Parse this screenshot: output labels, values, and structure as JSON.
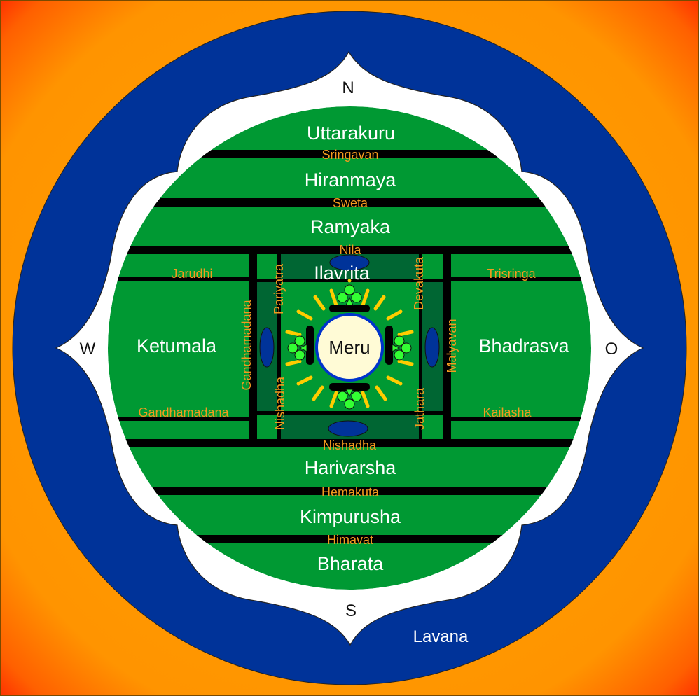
{
  "title": "Jambudvipa cosmological map",
  "colors": {
    "background_outer": "#ff9900",
    "background_corner": "#ff2a00",
    "ocean": "#003399",
    "lotus": "#ffffff",
    "land": "#009933",
    "inner_land": "#006633",
    "mountain_bar": "#000000",
    "mountain_label": "#f39a1e",
    "region_label": "#ffffff",
    "meru_fill": "#fffbd6",
    "meru_ring": "#0033cc",
    "rays": "#ffcc00",
    "trees": "#33ff33",
    "lakes": "#003399"
  },
  "directions": {
    "north": "N",
    "south": "S",
    "west": "W",
    "east": "O"
  },
  "ocean": {
    "label": "Lavana"
  },
  "center": {
    "label": "Meru"
  },
  "regions": {
    "uttarakuru": "Uttarakuru",
    "hiranmaya": "Hiranmaya",
    "ramyaka": "Ramyaka",
    "ilavrita": "Ilavrita",
    "ketumala": "Ketumala",
    "bhadrasva": "Bhadrasva",
    "harivarsha": "Harivarsha",
    "kimpurusha": "Kimpurusha",
    "bharata": "Bharata"
  },
  "mountains": {
    "sringavan": "Sringavan",
    "sweta": "Sweta",
    "nila": "Nila",
    "nishadha_south": "Nishadha",
    "hemakuta": "Hemakuta",
    "himavat": "Himavat",
    "jarudhi": "Jarudhi",
    "gandhamadana_horizontal": "Gandhamadana",
    "gandhamadana_vertical": "Gandhamadana",
    "trisringa": "Trisringa",
    "kailasha": "Kailasha",
    "malyavan": "Malyavan",
    "pariyatra": "Pariyatra",
    "nishadha_west": "Nishadha",
    "devakuta": "Devakuta",
    "jathara": "Jathara"
  }
}
